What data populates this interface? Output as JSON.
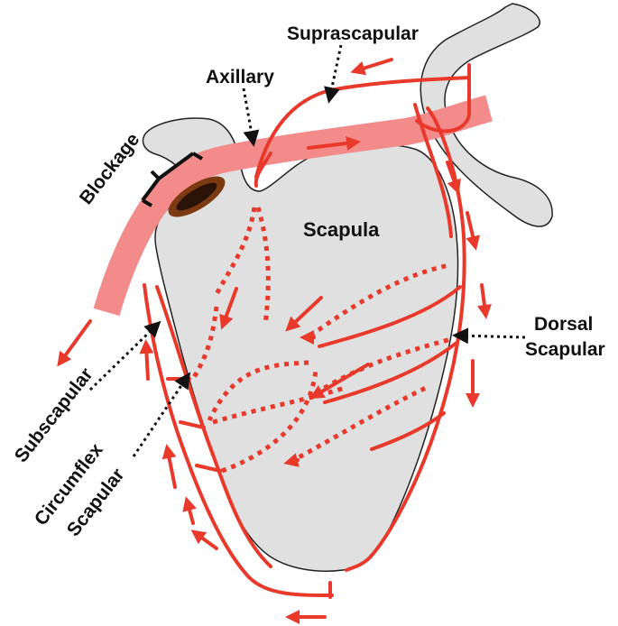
{
  "labels": {
    "suprascapular": "Suprascapular",
    "axillary": "Axillary",
    "blockage": "Blockage",
    "scapula": "Scapula",
    "dorsal_line1": "Dorsal",
    "dorsal_line2": "Scapular",
    "subscapular": "Subscapular",
    "circumflex_line1": "Circumflex",
    "circumflex_line2": "Scapular"
  },
  "colors": {
    "artery": "#e8392b",
    "axillary_band": "#f38b8b",
    "bone": "#e0e0e0",
    "outline": "#222222",
    "blockage_outer": "#7b3a12",
    "blockage_inner": "#2a1206"
  }
}
